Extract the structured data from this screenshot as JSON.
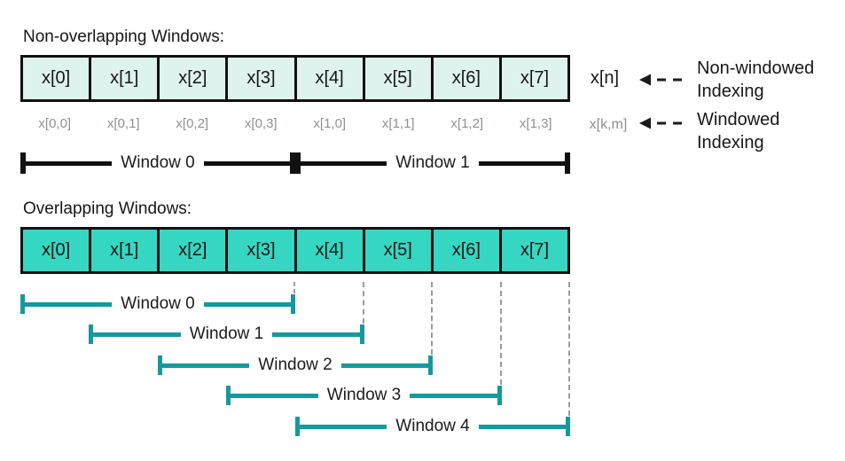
{
  "palette": {
    "pale_fill": "#def2ee",
    "teal_fill": "#36d7c2",
    "teal_line": "#13999f",
    "gray_text": "#8b9296",
    "dash_gray": "#9a9a9a"
  },
  "non_overlapping": {
    "title": "Non-overlapping Windows:",
    "cells": [
      "x[0]",
      "x[1]",
      "x[2]",
      "x[3]",
      "x[4]",
      "x[5]",
      "x[6]",
      "x[7]"
    ],
    "windowed_indices": [
      "x[0,0]",
      "x[0,1]",
      "x[0,2]",
      "x[0,3]",
      "x[1,0]",
      "x[1,1]",
      "x[1,2]",
      "x[1,3]"
    ],
    "non_windowed_symbol": "x[n]",
    "windowed_symbol": "x[k,m]",
    "legend_non_windowed": {
      "line1": "Non-windowed",
      "line2": "Indexing"
    },
    "legend_windowed": {
      "line1": "Windowed",
      "line2": "Indexing"
    },
    "windows": [
      "Window 0",
      "Window 1"
    ]
  },
  "overlapping": {
    "title": "Overlapping Windows:",
    "cells": [
      "x[0]",
      "x[1]",
      "x[2]",
      "x[3]",
      "x[4]",
      "x[5]",
      "x[6]",
      "x[7]"
    ],
    "windows": [
      "Window 0",
      "Window 1",
      "Window 2",
      "Window 3",
      "Window 4"
    ]
  }
}
